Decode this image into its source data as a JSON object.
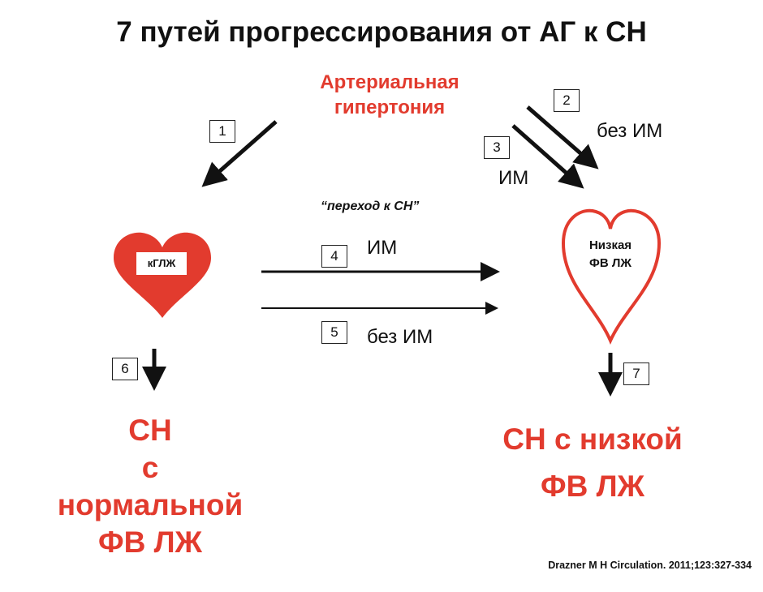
{
  "title": "7 путей прогрессирования от АГ к СН",
  "source": {
    "line1": "Артериальная",
    "line2": "гипертония"
  },
  "transition_label": "“переход к СН”",
  "left_heart": {
    "label": "кГЛЖ"
  },
  "right_heart": {
    "line1": "Низкая",
    "line2": "ФВ ЛЖ"
  },
  "paths": [
    {
      "number": "1"
    },
    {
      "number": "2",
      "label": "без ИМ"
    },
    {
      "number": "3",
      "label": "ИМ"
    },
    {
      "number": "4",
      "label": "ИМ"
    },
    {
      "number": "5",
      "label": "без ИМ"
    },
    {
      "number": "6"
    },
    {
      "number": "7"
    }
  ],
  "outcome_left": {
    "line1": "СН",
    "line2": "с",
    "line3": "нормальной",
    "line4": "ФВ ЛЖ"
  },
  "outcome_right": {
    "line1": "СН с низкой",
    "line2": "ФВ ЛЖ"
  },
  "citation": "Drazner M H Circulation. 2011;123:327-334",
  "colors": {
    "accent": "#e23b2e",
    "text": "#111111"
  }
}
